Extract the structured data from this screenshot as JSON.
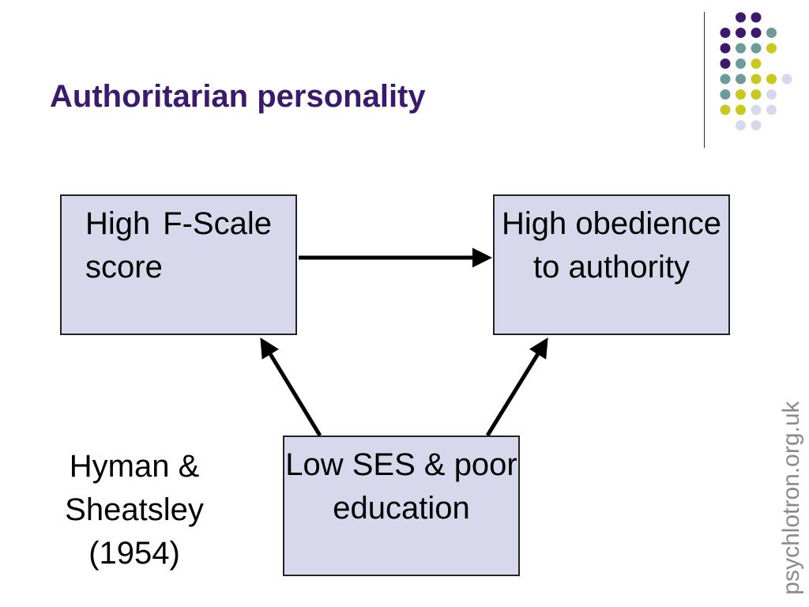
{
  "slide": {
    "title": "Authoritarian personality",
    "watermark": "psychlotron.org.uk",
    "colors": {
      "title": "#3b1a6e",
      "node_fill": "#d8d8ec",
      "dot_purple": "#3b1a6e",
      "dot_teal": "#6e9a9a",
      "dot_yellow": "#c8c81e",
      "dot_lavender": "#d8d8ec"
    }
  },
  "diagram": {
    "nodes": [
      {
        "id": "fscale",
        "label": "High F-Scale score"
      },
      {
        "id": "obedience",
        "label": "High obedience to authority"
      },
      {
        "id": "ses",
        "label": "Low SES & poor education"
      }
    ],
    "edges": [
      {
        "from": "fscale",
        "to": "obedience"
      },
      {
        "from": "ses",
        "to": "fscale"
      },
      {
        "from": "ses",
        "to": "obedience"
      }
    ]
  },
  "citation": {
    "line1": "Hyman &",
    "line2": "Sheatsley",
    "line3": "(1954)"
  }
}
